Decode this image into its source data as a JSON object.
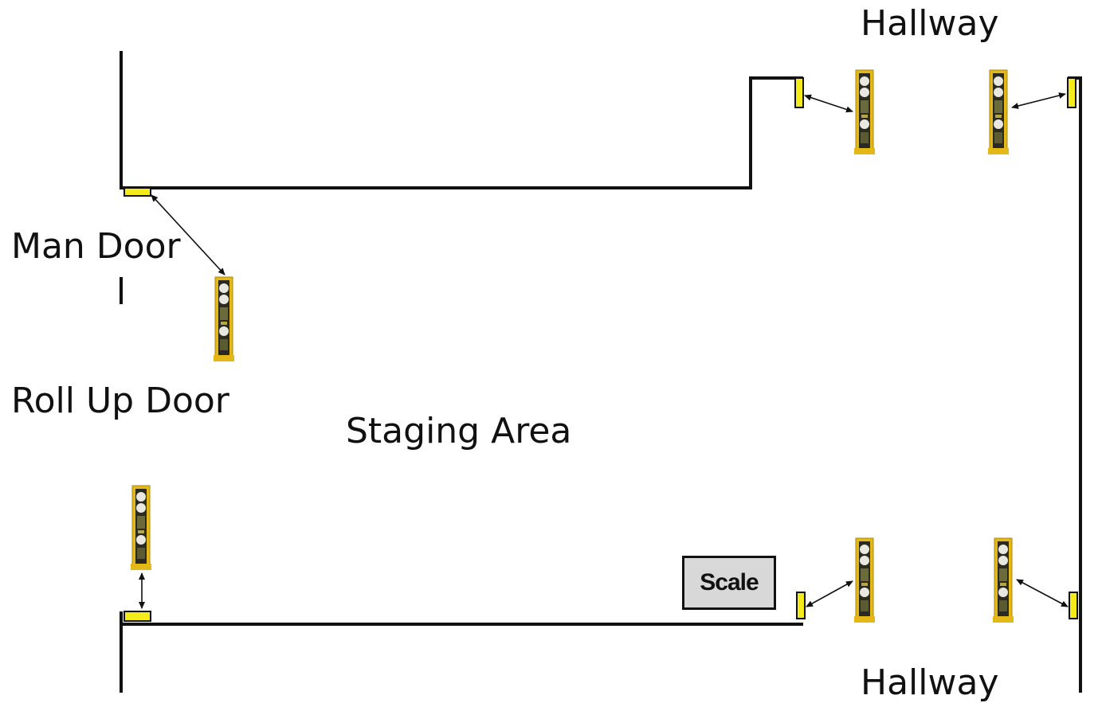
{
  "labels": {
    "hallway_top": "Hallway",
    "hallway_bottom": "Hallway",
    "man_door": "Man Door",
    "roll_up_door": "Roll Up Door",
    "staging_area": "Staging Area",
    "scale": "Scale"
  },
  "colors": {
    "wall": "#111111",
    "sensor_body": "#e8c21a",
    "reflector": "#f4ec1a",
    "scale_fill": "#d8d8d8"
  },
  "icons": {
    "tower": "photo-eye-tower-icon",
    "reflector": "reflector-icon",
    "link": "double-arrow-icon"
  }
}
